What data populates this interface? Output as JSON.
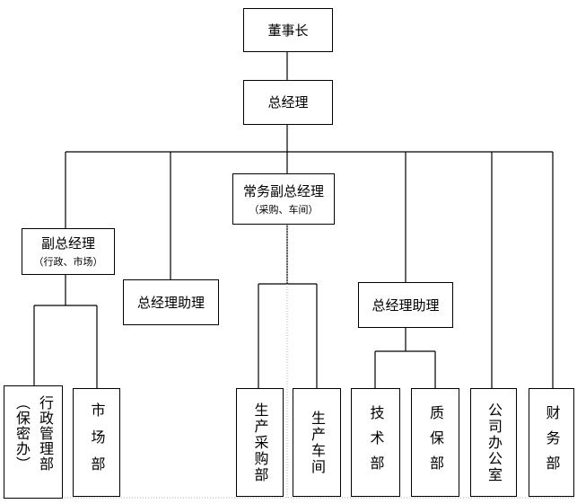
{
  "org_chart": {
    "chairman": "董事长",
    "general_manager": "总经理",
    "deputy_gm_admin": {
      "title": "副总经理",
      "scope": "（行政、市场）"
    },
    "gm_assistant_left": "总经理助理",
    "exec_deputy_gm": {
      "title": "常务副总经理",
      "scope": "（采购、车间）"
    },
    "gm_assistant_right": "总经理助理",
    "departments": {
      "admin_col1": "行政管理部",
      "admin_col2": "（保密办）",
      "market": "市场部",
      "production_purchase": "生产采购部",
      "production_workshop": "生产车间",
      "technology": "技术部",
      "quality": "质保部",
      "company_office": "公司办公室",
      "finance": "财务部"
    }
  }
}
